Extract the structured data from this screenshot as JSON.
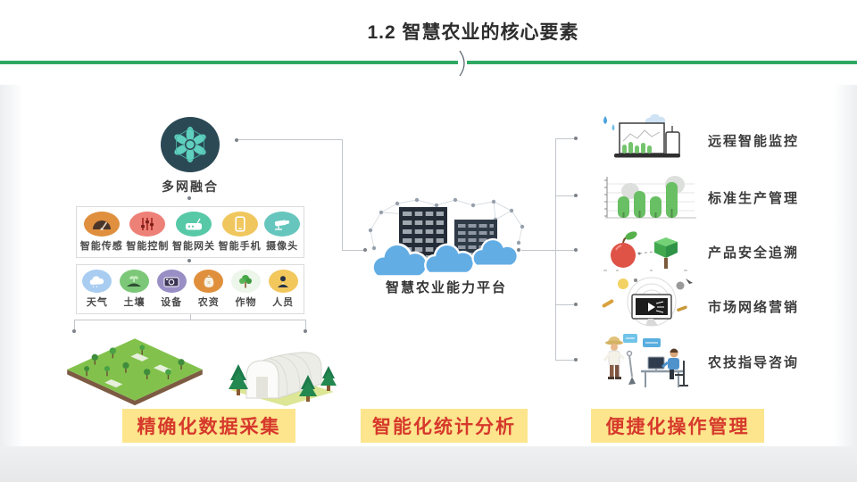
{
  "slide": {
    "title": "1.2 智慧农业的核心要素"
  },
  "hub": {
    "label": "多网融合",
    "icon": "atom-icon",
    "bg": "#2b4955"
  },
  "device_row": {
    "items": [
      {
        "label": "智能传感",
        "icon": "gauge-icon",
        "color": "#df8f3e"
      },
      {
        "label": "智能控制",
        "icon": "sliders-icon",
        "color": "#ed8077"
      },
      {
        "label": "智能网关",
        "icon": "gateway-icon",
        "color": "#57c9a7"
      },
      {
        "label": "智能手机",
        "icon": "smartphone-icon",
        "color": "#f0c75e"
      },
      {
        "label": "摄像头",
        "icon": "cctv-camera-icon",
        "color": "#66c6bd"
      }
    ]
  },
  "data_row": {
    "items": [
      {
        "label": "天气",
        "icon": "weather-cloud-icon",
        "color": "#a9cdf1"
      },
      {
        "label": "土壤",
        "icon": "soil-sprout-icon",
        "color": "#7cc878"
      },
      {
        "label": "设备",
        "icon": "device-camera-icon",
        "color": "#998fc5"
      },
      {
        "label": "农资",
        "icon": "supply-sack-icon",
        "color": "#e0903c"
      },
      {
        "label": "作物",
        "icon": "crop-tree-icon",
        "color": "#edf6ea"
      },
      {
        "label": "人员",
        "icon": "person-icon",
        "color": "#f2c75c"
      }
    ]
  },
  "scenes": {
    "farm_field": "farm-field-illustration",
    "greenhouse": "greenhouse-illustration"
  },
  "platform": {
    "label": "智慧农业能力平台",
    "cloud_color": "#63ade5"
  },
  "right_items": [
    {
      "label": "远程智能监控",
      "icon": "remote-monitoring-illustration"
    },
    {
      "label": "标准生产管理",
      "icon": "production-chart-illustration"
    },
    {
      "label": "产品安全追溯",
      "icon": "traceability-illustration"
    },
    {
      "label": "市场网络营销",
      "icon": "marketing-illustration"
    },
    {
      "label": "农技指导咨询",
      "icon": "consulting-illustration"
    }
  ],
  "captions": [
    {
      "text": "精确化数据采集",
      "bg": "#fce58c"
    },
    {
      "text": "智能化统计分析",
      "bg": "#fce58c"
    },
    {
      "text": "便捷化操作管理",
      "bg": "#fce58c"
    }
  ],
  "colors": {
    "accent_line": "#2fa863",
    "caption_text": "#d6392c",
    "caption_bg": "#fce58c",
    "hub_bg": "#2b4955",
    "cloud_blue": "#63ade5"
  }
}
